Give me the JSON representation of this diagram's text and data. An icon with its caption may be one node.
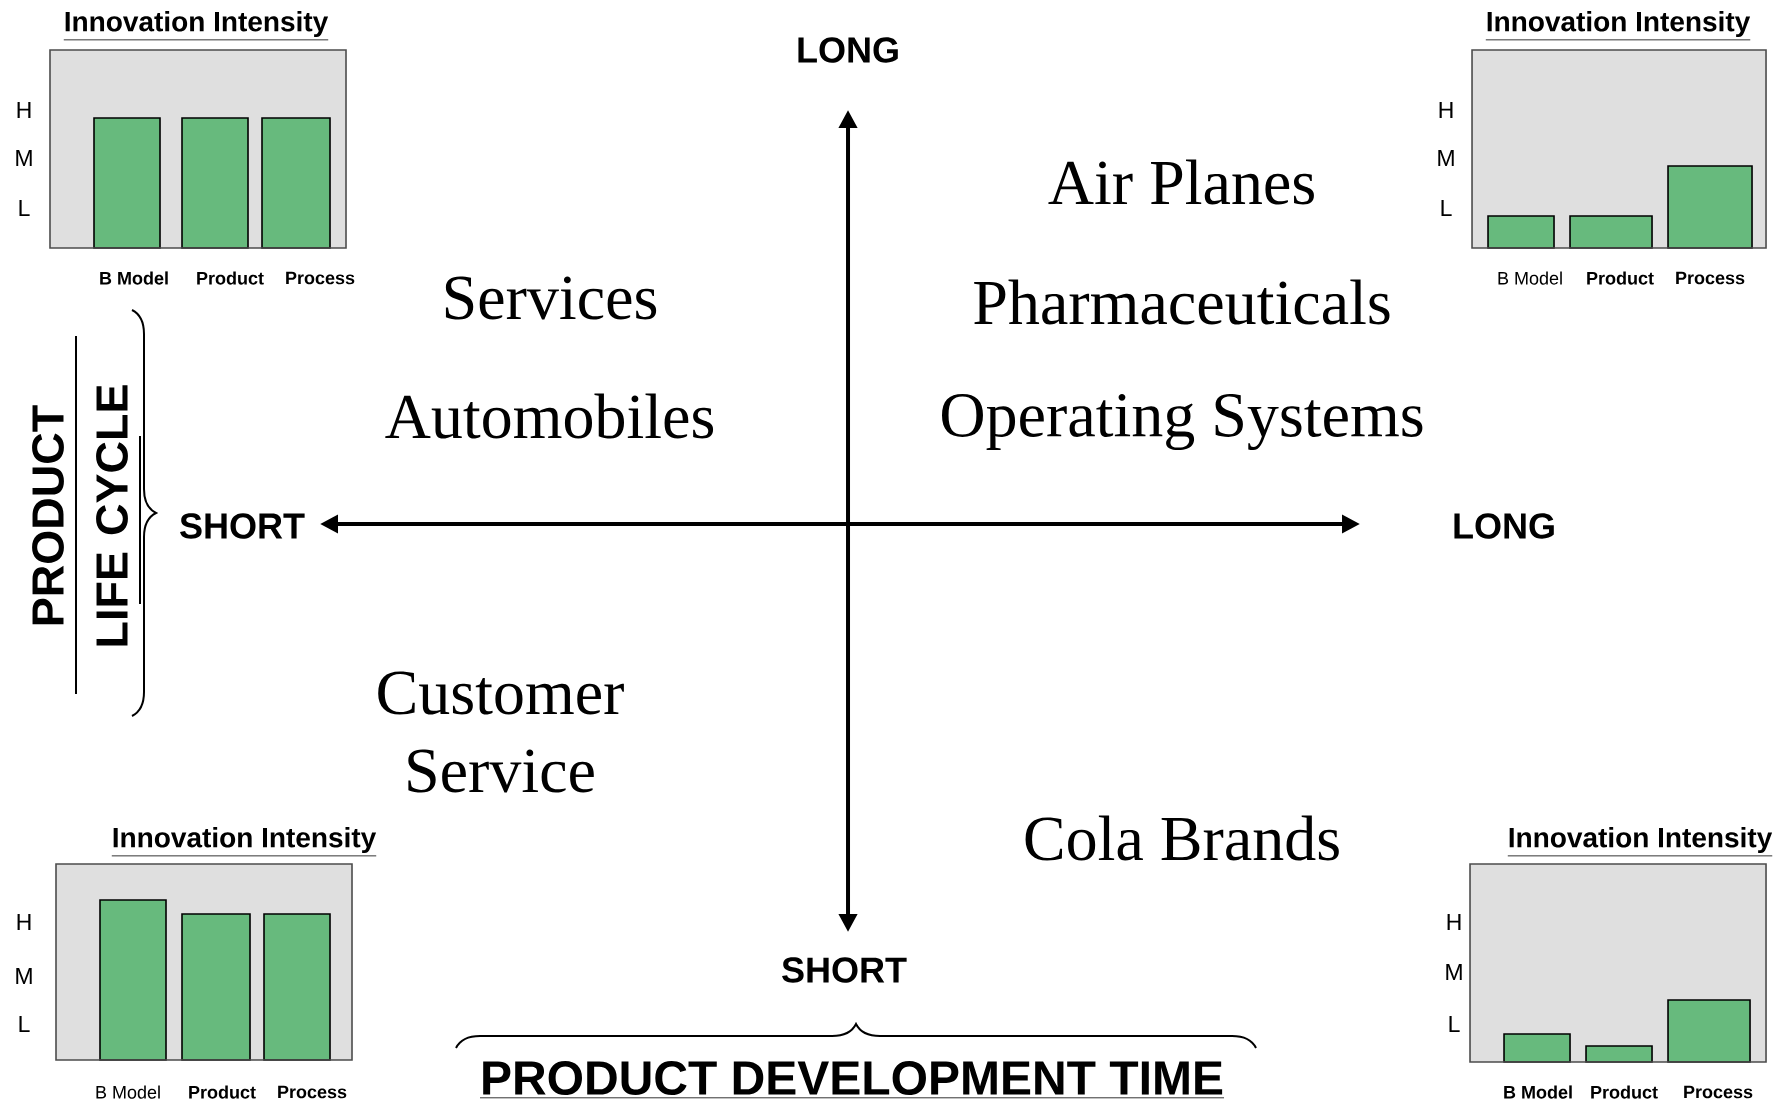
{
  "diagram": {
    "labels": [
      "Innovation Intensity",
      "H",
      "M",
      "L",
      "B Model",
      "Product",
      "Process",
      "LONG",
      "Innovation Intensity",
      "H",
      "M",
      "L",
      "B Model",
      "Product",
      "Process",
      "Air Planes",
      "Services",
      "Pharmaceuticals",
      "PRODUCT LIFE CYCLE",
      "Automobiles",
      "Operating Systems",
      "SHORT",
      "LONG",
      "Customer Service",
      "Cola Brands",
      "Innovation Intensity",
      "H",
      "M",
      "L",
      "B Model",
      "Product",
      "Process",
      "SHORT",
      "Innovation Intensity",
      "H",
      "M",
      "L",
      "B Model",
      "Product",
      "Process",
      "PRODUCT DEVELOPMENT TIME"
    ]
  }
}
